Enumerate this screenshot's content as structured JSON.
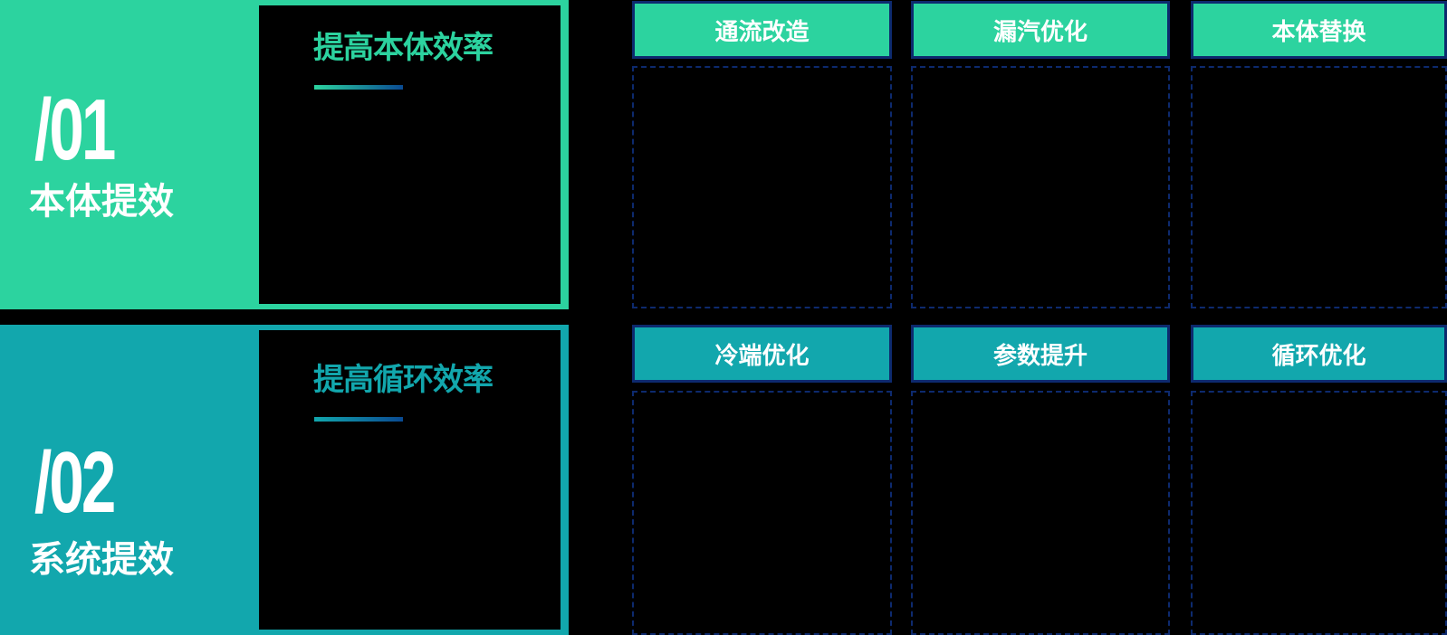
{
  "sections": [
    {
      "number": "/01",
      "category": "本体提效",
      "subtitle": "提高本体效率",
      "color": "#2cd39f",
      "tiles": [
        {
          "label": "通流改造"
        },
        {
          "label": "漏汽优化"
        },
        {
          "label": "本体替换"
        }
      ]
    },
    {
      "number": "/02",
      "category": "系统提效",
      "subtitle": "提高循环效率",
      "color": "#12a7ad",
      "tiles": [
        {
          "label": "冷端优化"
        },
        {
          "label": "参数提升"
        },
        {
          "label": "循环优化"
        }
      ]
    }
  ],
  "colors": {
    "green": "#2cd39f",
    "teal": "#12a7ad",
    "navy_border": "#0d2a6e",
    "background": "#000000"
  }
}
